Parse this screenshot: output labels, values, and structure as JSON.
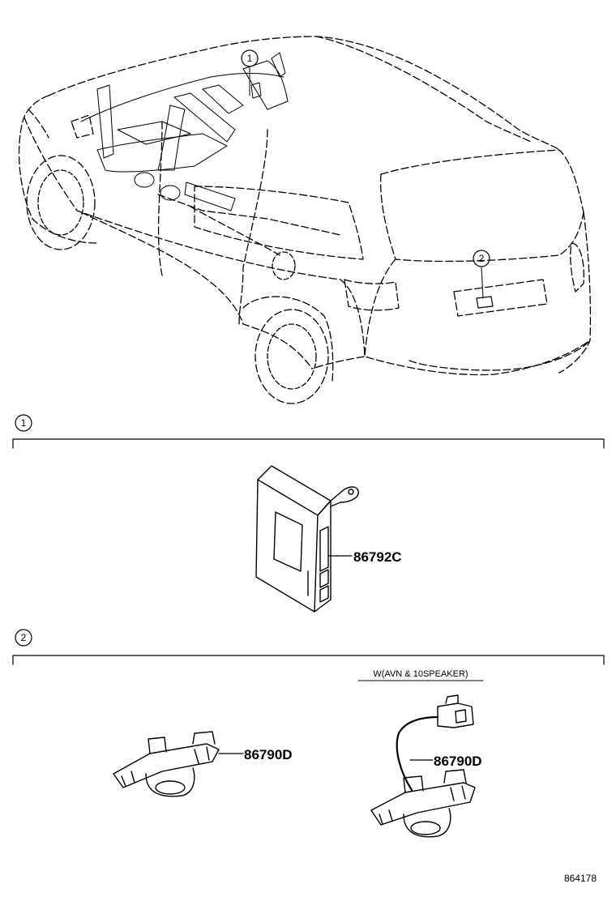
{
  "callouts": {
    "c1": "1",
    "c2": "2"
  },
  "sections": [
    {
      "number": "1"
    },
    {
      "number": "2"
    }
  ],
  "parts": {
    "ecu": "86792C",
    "camera_std": "86790D",
    "camera_opt": "86790D"
  },
  "notes": {
    "option_condition": "W(AVN & 10SPEAKER)"
  },
  "figure_number": "864178"
}
